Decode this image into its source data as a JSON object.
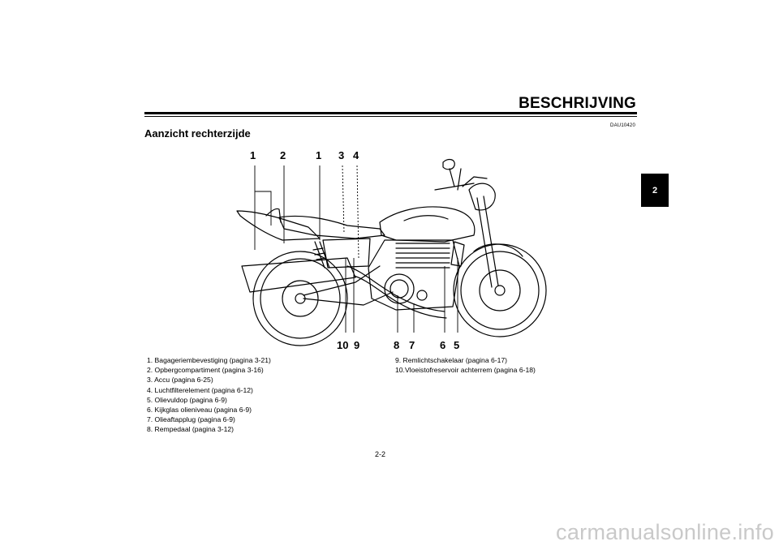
{
  "header": {
    "section_title": "BESCHRIJVING",
    "document_code": "DAU10420",
    "subheading": "Aanzicht rechterzijde",
    "chapter_tab": "2"
  },
  "figure": {
    "callouts_top": [
      "1",
      "2",
      "1",
      "3",
      "4"
    ],
    "callouts_bottom": [
      "10",
      "9",
      "8",
      "7",
      "6",
      "5"
    ]
  },
  "legend": {
    "left": [
      "1. Bagageriembevestiging (pagina 3-21)",
      "2. Opbergcompartiment (pagina 3-16)",
      "3. Accu (pagina 6-25)",
      "4. Luchtfilterelement (pagina 6-12)",
      "5. Olievuldop (pagina 6-9)",
      "6. Kijkglas olieniveau (pagina 6-9)",
      "7. Olieaftapplug (pagina 6-9)",
      "8. Rempedaal (pagina 3-12)"
    ],
    "right": [
      "9. Remlichtschakelaar (pagina 6-17)",
      "10.Vloeistofreservoir achterrem (pagina 6-18)"
    ]
  },
  "footer": {
    "page_number": "2-2",
    "watermark": "carmanualsonline.info"
  }
}
